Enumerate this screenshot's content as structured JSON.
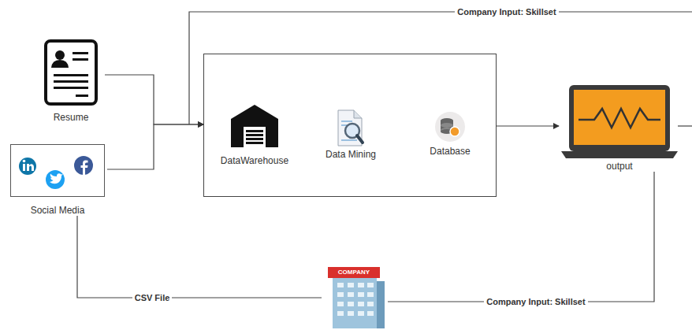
{
  "diagram": {
    "nodes": [
      {
        "text": [
          "Resume"
        ]
      },
      {
        "text": [
          "Social Media"
        ]
      },
      {
        "text": []
      },
      {
        "text": [
          "DataWarehouse"
        ],
        "in": 2
      },
      {
        "text": [
          "Data Mining"
        ],
        "in": 2
      },
      {
        "text": [
          "Database"
        ],
        "in": 2
      },
      {
        "text": [
          "output"
        ]
      },
      {
        "text": [
          "COMPANY"
        ]
      }
    ],
    "edges": [
      {
        "from": 0,
        "to": 2,
        "arrow": "to"
      },
      {
        "from": 1,
        "to": 2,
        "arrow": "to"
      },
      {
        "from": 3,
        "to": 4,
        "arrow": "to"
      },
      {
        "from": 4,
        "to": 5,
        "arrow": "to"
      },
      {
        "from": 2,
        "to": 6,
        "arrow": "to"
      },
      {
        "from": 1,
        "to": 7,
        "label": "CSV File",
        "arrow": "none"
      },
      {
        "from": 7,
        "to": 6,
        "label": "Company Input: Skillset",
        "arrow": "none"
      }
    ],
    "labels": [
      "Company Input: Skillset"
    ]
  }
}
